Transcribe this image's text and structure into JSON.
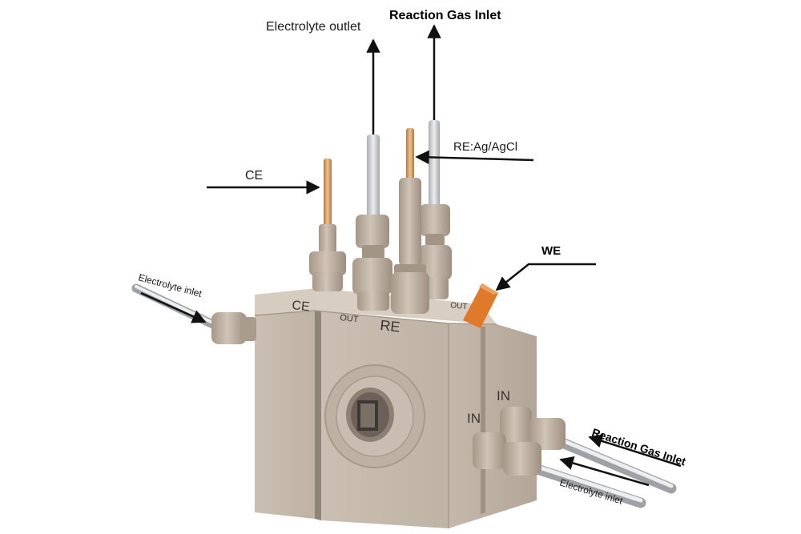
{
  "labels": {
    "electrolyte_outlet": "Electrolyte outlet",
    "reaction_gas_inlet_top": "Reaction Gas Inlet",
    "re_ag_agcl": "RE:Ag/AgCl",
    "ce": "CE",
    "we": "WE",
    "electrolyte_inlet_left": "Electrolyte inlet",
    "reaction_gas_inlet_right": "Reaction Gas Inlet",
    "electrolyte_inlet_right": "Electrolyte inlet"
  },
  "engravings": {
    "ce": "CE",
    "out_left": "OUT",
    "re": "RE",
    "out_right": "OUT",
    "in_left": "IN",
    "in_right": "IN"
  },
  "colors": {
    "body": "#c8bcaf",
    "body_side": "#b9ad9f",
    "body_top": "#d8cec2",
    "fitting": "#b3a698",
    "copper": "#d7a067",
    "steel": "#c9ccd0",
    "we_electrode": "#e07a2b",
    "arrow": "#111111"
  }
}
